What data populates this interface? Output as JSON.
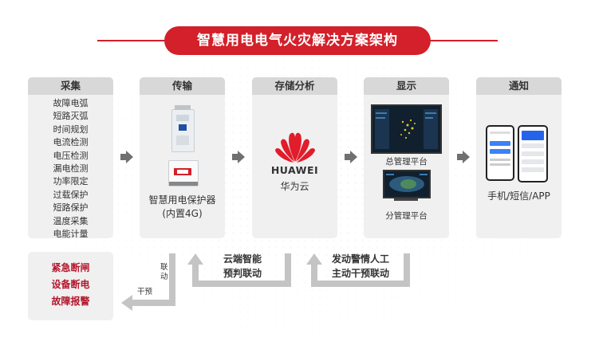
{
  "title": "智慧用电电气火灾解决方案架构",
  "colors": {
    "accent": "#d3202a",
    "alarm_text": "#b3162c",
    "box_bg": "#f0f0f0",
    "box_head": "#d8d8d8",
    "arrow": "#707070",
    "feedback_arrow": "#c4c4c4"
  },
  "stages": [
    {
      "header": "采集",
      "items": [
        "故障电弧",
        "短路灭弧",
        "时间规划",
        "电流检测",
        "电压检测",
        "漏电检测",
        "功率限定",
        "过载保护",
        "短路保护",
        "温度采集",
        "电能计量"
      ]
    },
    {
      "header": "传输",
      "caption_line1": "智慧用电保护器",
      "caption_line2": "(内置4G)"
    },
    {
      "header": "存储分析",
      "logo_text": "HUAWEI",
      "caption": "华为云"
    },
    {
      "header": "显示",
      "caption_main": "总管理平台",
      "caption_sub": "分管理平台"
    },
    {
      "header": "通知",
      "caption": "手机/短信/APP"
    }
  ],
  "alarm_actions": [
    "紧急断闸",
    "设备断电",
    "故障报警"
  ],
  "feedback": {
    "linkage": "联动",
    "intervene": "干预",
    "cloud_line1": "云端智能",
    "cloud_line2": "预判联动",
    "manual_line1": "发动警情人工",
    "manual_line2": "主动干预联动"
  }
}
